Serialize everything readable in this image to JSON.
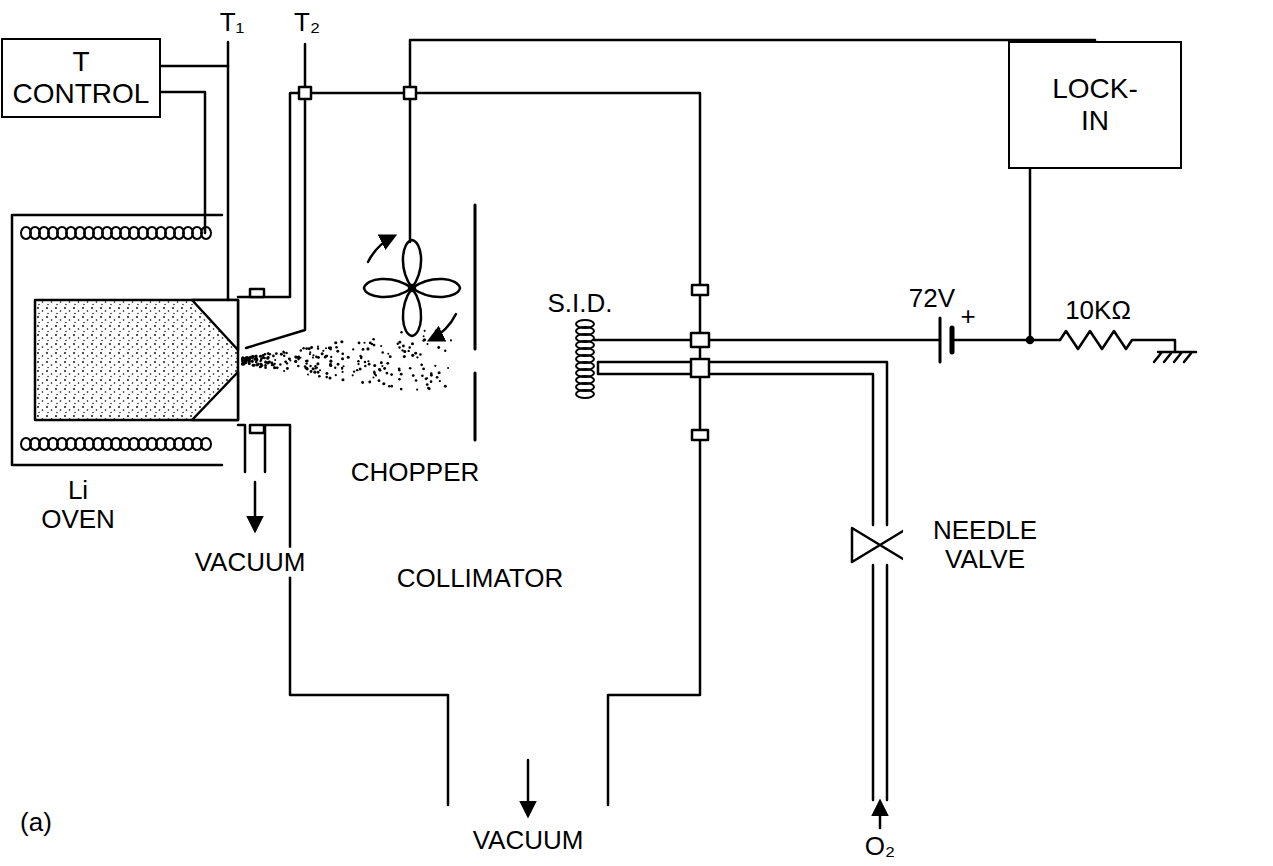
{
  "diagram": {
    "nodes": [
      {
        "text": [
          "T CONTROL"
        ]
      },
      {
        "text": [
          "LOCK-IN"
        ]
      }
    ],
    "labels": [
      "T₁",
      "T₂",
      "Li OVEN",
      "VACUUM",
      "CHOPPER",
      "COLLIMATOR",
      "S.I.D.",
      "72V",
      "+",
      "10KΩ",
      "NEEDLE VALVE",
      "O₂",
      "VACUUM",
      "(a)"
    ]
  }
}
